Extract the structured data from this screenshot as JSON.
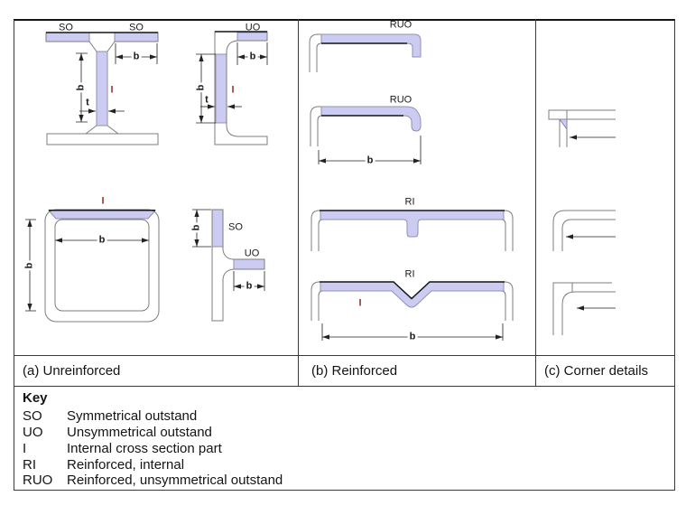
{
  "colors": {
    "shade_fill": "#ccccf2",
    "shade_stroke": "#9191b0",
    "outline_gray": "#7d7d7d",
    "dark_edge": "#141414",
    "dimension": "#222222",
    "internal_label": "#993333"
  },
  "captions": {
    "a": "(a) Unreinforced",
    "b": "(b) Reinforced",
    "c": "(c) Corner details"
  },
  "key": {
    "title": "Key",
    "entries": [
      {
        "abbr": "SO",
        "desc": "Symmetrical outstand"
      },
      {
        "abbr": "UO",
        "desc": "Unsymmetrical outstand"
      },
      {
        "abbr": "I",
        "desc": "Internal cross section part"
      },
      {
        "abbr": "RI",
        "desc": "Reinforced, internal"
      },
      {
        "abbr": "RUO",
        "desc": "Reinforced, unsymmetrical outstand"
      }
    ]
  },
  "labels": {
    "fig1": {
      "so_left": "SO",
      "so_right": "SO",
      "internal": "I",
      "b_flange": "b",
      "b_web": "b",
      "t": "t"
    },
    "fig2": {
      "uo": "UO",
      "internal": "I",
      "b_flange": "b",
      "b_web": "b",
      "t": "t"
    },
    "fig3": {
      "internal": "I",
      "b_width": "b",
      "b_height": "b"
    },
    "fig4": {
      "so": "SO",
      "uo": "UO",
      "b_outstand": "b",
      "b_flange": "b"
    },
    "fig5": {
      "ruo": "RUO"
    },
    "fig6": {
      "ruo": "RUO",
      "b": "b"
    },
    "fig7": {
      "ri": "RI"
    },
    "fig8": {
      "ri": "RI",
      "internal": "I",
      "b": "b"
    }
  }
}
